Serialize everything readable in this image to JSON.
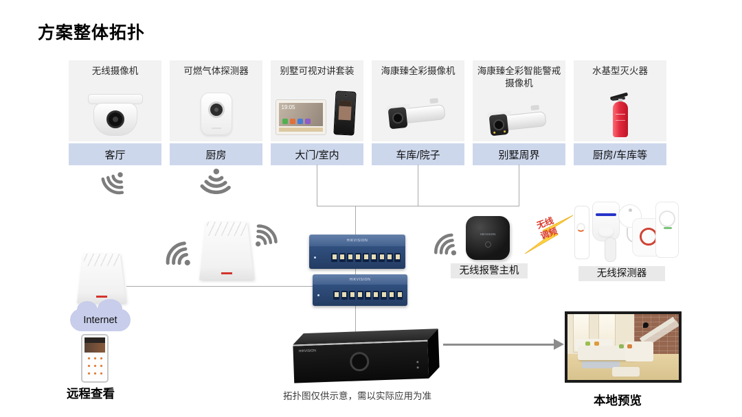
{
  "title": "方案整体拓扑",
  "brand": "HIKVISION",
  "devices": [
    {
      "name": "无线摄像机",
      "location": "客厅"
    },
    {
      "name": "可燃气体探测器",
      "location": "厨房"
    },
    {
      "name": "别墅可视对讲套装",
      "location": "大门/室内"
    },
    {
      "name": "海康臻全彩摄像机",
      "location": "车库/院子"
    },
    {
      "name": "海康臻全彩智能警戒摄像机",
      "location": "别墅周界"
    },
    {
      "name": "水基型灭火器",
      "location": "厨房/车库等"
    }
  ],
  "network": {
    "internet": "Internet",
    "remote_view": "远程查看",
    "alarm_host": "无线报警主机",
    "rf_link_line1": "无线",
    "rf_link_line2": "调频",
    "detectors": "无线探测器",
    "local_preview": "本地预览",
    "disclaimer": "拓扑图仅供示意，需以实际应用为准",
    "intercom_time": "19:05"
  },
  "colors": {
    "card_location_bg": "#cdd7ec",
    "card_image_bg": "#f2f2f3",
    "switch_body": "#31507f",
    "connector_line": "#a8a8a8",
    "wifi_icon": "#7d7d7d",
    "lightning_yellow": "#ffd23f",
    "rf_text_red": "#d93a2b",
    "cloud_blue": "#c7cdea",
    "chip_bg": "#e9e9e9",
    "extinguisher_red": "#e0263c"
  }
}
